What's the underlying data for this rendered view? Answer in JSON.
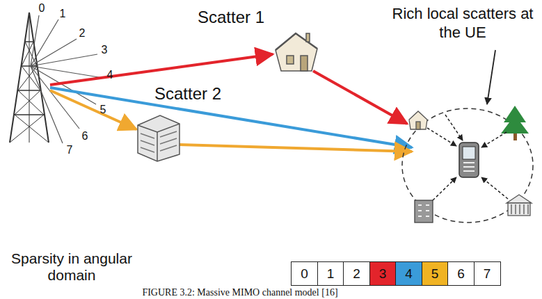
{
  "diagram": {
    "caption": "FIGURE 3.2: Massive MIMO channel model [16]",
    "nodes": [
      {
        "text": [
          "0"
        ]
      },
      {
        "text": [
          "1"
        ]
      },
      {
        "text": [
          "2"
        ]
      },
      {
        "text": [
          "3"
        ]
      },
      {
        "text": [
          "4"
        ]
      },
      {
        "text": [
          "5"
        ]
      },
      {
        "text": [
          "6"
        ]
      },
      {
        "text": [
          "7"
        ]
      }
    ],
    "labels": [
      "0",
      "1",
      "2",
      "3",
      "4",
      "5",
      "6",
      "7",
      "Scatter 1",
      "Scatter 2",
      "Rich local scatters at the UE",
      "Sparsity in angular domain"
    ]
  }
}
